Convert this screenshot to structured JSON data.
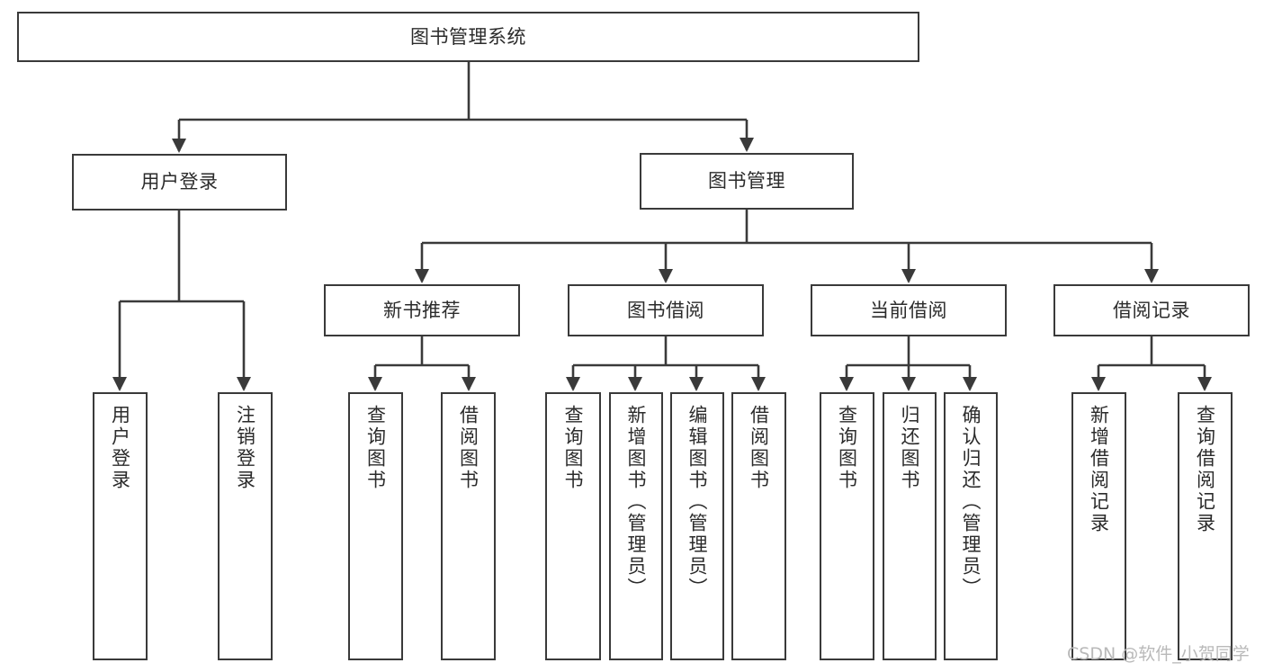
{
  "diagram": {
    "title": "图书管理系统",
    "type": "tree-hierarchy-diagram",
    "colors": {
      "box_border": "#3a3a3a",
      "box_fill": "#ffffff",
      "edge": "#3a3a3a",
      "text": "#2b2b2b",
      "watermark": "#b9b9b9",
      "background": "#ffffff"
    }
  },
  "nodes": {
    "root": {
      "label": "图书管理系统"
    },
    "level1": [
      {
        "id": "user-login",
        "label": "用户登录"
      },
      {
        "id": "book-management",
        "label": "图书管理"
      }
    ],
    "level2": [
      {
        "id": "new-book-recommend",
        "label": "新书推荐"
      },
      {
        "id": "book-borrow",
        "label": "图书借阅"
      },
      {
        "id": "current-borrow",
        "label": "当前借阅"
      },
      {
        "id": "borrow-record",
        "label": "借阅记录"
      }
    ],
    "leaves": {
      "user-login": [
        {
          "id": "leaf-user-login",
          "label": "用户登录"
        },
        {
          "id": "leaf-logout-login",
          "label": "注销登录"
        }
      ],
      "new-book-recommend": [
        {
          "id": "leaf-query-book-1",
          "label": "查询图书"
        },
        {
          "id": "leaf-borrow-book-1",
          "label": "借阅图书"
        }
      ],
      "book-borrow": [
        {
          "id": "leaf-query-book-2",
          "label": "查询图书"
        },
        {
          "id": "leaf-add-book",
          "label": "新增图书（管理员）"
        },
        {
          "id": "leaf-edit-book",
          "label": "编辑图书（管理员）"
        },
        {
          "id": "leaf-borrow-book-2",
          "label": "借阅图书"
        }
      ],
      "current-borrow": [
        {
          "id": "leaf-query-book-3",
          "label": "查询图书"
        },
        {
          "id": "leaf-return-book",
          "label": "归还图书"
        },
        {
          "id": "leaf-confirm-return",
          "label": "确认归还（管理员）"
        }
      ],
      "borrow-record": [
        {
          "id": "leaf-add-record",
          "label": "新增借阅记录"
        },
        {
          "id": "leaf-query-record",
          "label": "查询借阅记录"
        }
      ]
    }
  },
  "watermark": {
    "text": "CSDN @软件_小贺同学"
  }
}
